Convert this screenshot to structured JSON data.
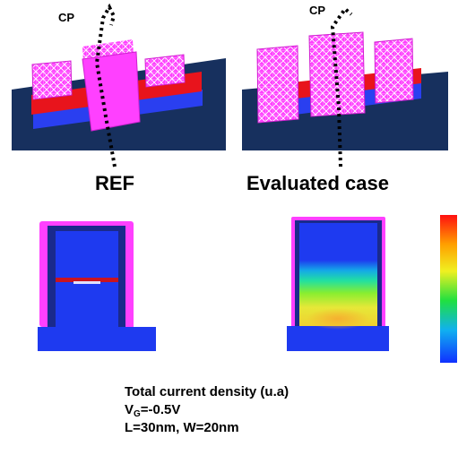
{
  "panels": {
    "ref": {
      "label": "REF",
      "probe": "CP"
    },
    "evaluated": {
      "label": "Evaluated case",
      "probe": "CP"
    }
  },
  "caption": {
    "line1": "Total current density (u.a)",
    "vg_prefix": "V",
    "vg_sub": "G",
    "vg_value": "=-0.5V",
    "line3": "L=30nm, W=20nm"
  },
  "colors": {
    "magenta": "#ff33ff",
    "red": "#e8141c",
    "blue": "#1f3ff2",
    "navy": "#17305e",
    "oxide_dark": "#1a2a8c"
  }
}
